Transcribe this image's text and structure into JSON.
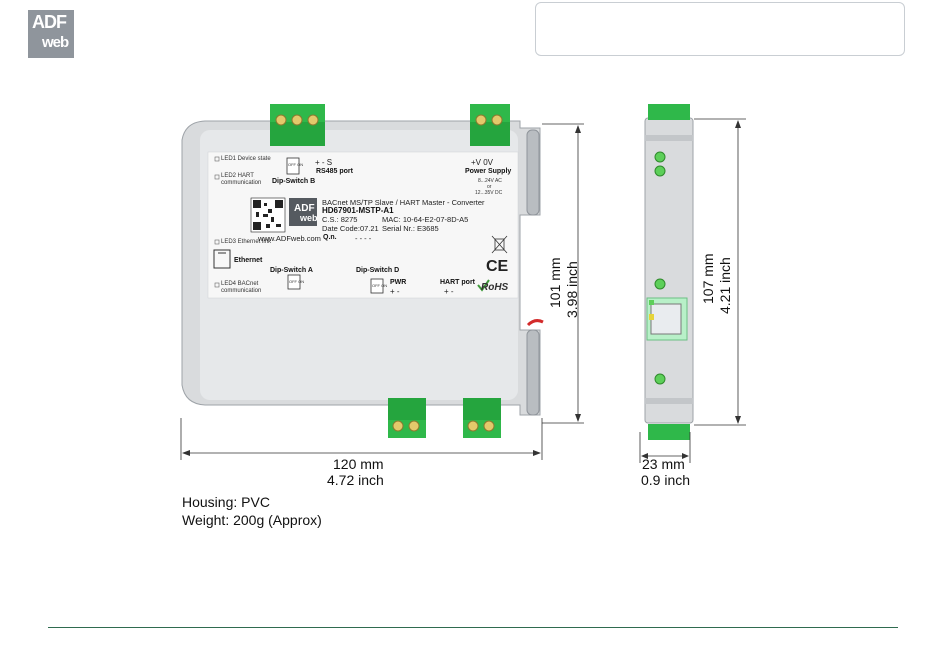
{
  "logo": {
    "line1": "ADF",
    "line2": "web"
  },
  "device": {
    "led1": "LED1 Device state",
    "led2_line1": "LED2 HART",
    "led2_line2": "communication",
    "led3": "LED3 Ethernet link",
    "led4_line1": "LED4 BACnet",
    "led4_line2": "communication",
    "dip_b": "Dip-Switch B",
    "dip_a": "Dip-Switch A",
    "dip_d": "Dip-Switch D",
    "rs485_signs": "+    -    S",
    "rs485_port": "RS485 port",
    "psu_signs": "+V   0V",
    "psu_label": "Power Supply",
    "psu_spec1": "8...24V AC",
    "psu_spec2": "or",
    "psu_spec3": "12...35V DC",
    "title": "BACnet MS/TP Slave / HART Master - Converter",
    "model": "HD67901-MSTP-A1",
    "cs": "C.S.: 8275",
    "date_code": "Date Code:07.21",
    "mac": "MAC: 10-64-E2-07-8D-A5",
    "serial": "Serial Nr.: E3685",
    "website": "www.ADFweb.com",
    "qn": "Q.n.",
    "qn_dash": "- - - -",
    "ethernet": "Ethernet",
    "pwr": "PWR",
    "pwr_signs": "+    -",
    "hart_port": "HART port",
    "hart_signs": "+    -",
    "rohs": "RoHS",
    "ce": "CE",
    "switch_text": "OFF ON"
  },
  "dimensions": {
    "height_front_mm": "101 mm",
    "height_front_inch": "3.98 inch",
    "width_mm": "120 mm",
    "width_inch": "4.72 inch",
    "height_side_mm": "107 mm",
    "height_side_inch": "4.21 inch",
    "depth_mm": "23 mm",
    "depth_inch": "0.9 inch"
  },
  "specs": {
    "housing": "Housing: PVC",
    "weight": "Weight: 200g (Approx)"
  },
  "colors": {
    "terminal": "#2fb84a",
    "housing": "#d9dbdd",
    "label": "#f7f7f7",
    "footer_line": "#2f6b4f",
    "logo": "#8f959c"
  }
}
